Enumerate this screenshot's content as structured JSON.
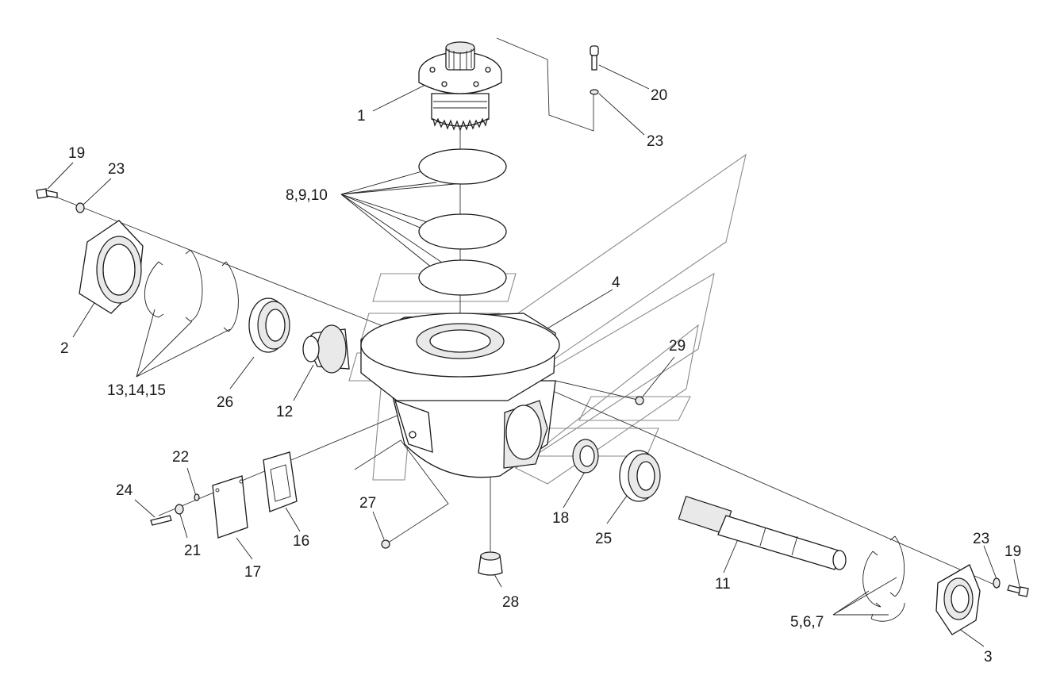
{
  "diagram": {
    "callouts": [
      {
        "id": "c1",
        "text": "1"
      },
      {
        "id": "c20",
        "text": "20"
      },
      {
        "id": "c23a",
        "text": "23"
      },
      {
        "id": "c19a",
        "text": "19"
      },
      {
        "id": "c23b",
        "text": "23"
      },
      {
        "id": "c8910",
        "text": "8,9,10"
      },
      {
        "id": "c4",
        "text": "4"
      },
      {
        "id": "c29",
        "text": "29"
      },
      {
        "id": "c2",
        "text": "2"
      },
      {
        "id": "c131415",
        "text": "13,14,15"
      },
      {
        "id": "c26",
        "text": "26"
      },
      {
        "id": "c12",
        "text": "12"
      },
      {
        "id": "c22",
        "text": "22"
      },
      {
        "id": "c24",
        "text": "24"
      },
      {
        "id": "c21",
        "text": "21"
      },
      {
        "id": "c17",
        "text": "17"
      },
      {
        "id": "c16",
        "text": "16"
      },
      {
        "id": "c27",
        "text": "27"
      },
      {
        "id": "c28",
        "text": "28"
      },
      {
        "id": "c18",
        "text": "18"
      },
      {
        "id": "c25",
        "text": "25"
      },
      {
        "id": "c11",
        "text": "11"
      },
      {
        "id": "c23c",
        "text": "23"
      },
      {
        "id": "c19b",
        "text": "19"
      },
      {
        "id": "c567",
        "text": "5,6,7"
      },
      {
        "id": "c3",
        "text": "3"
      }
    ]
  }
}
